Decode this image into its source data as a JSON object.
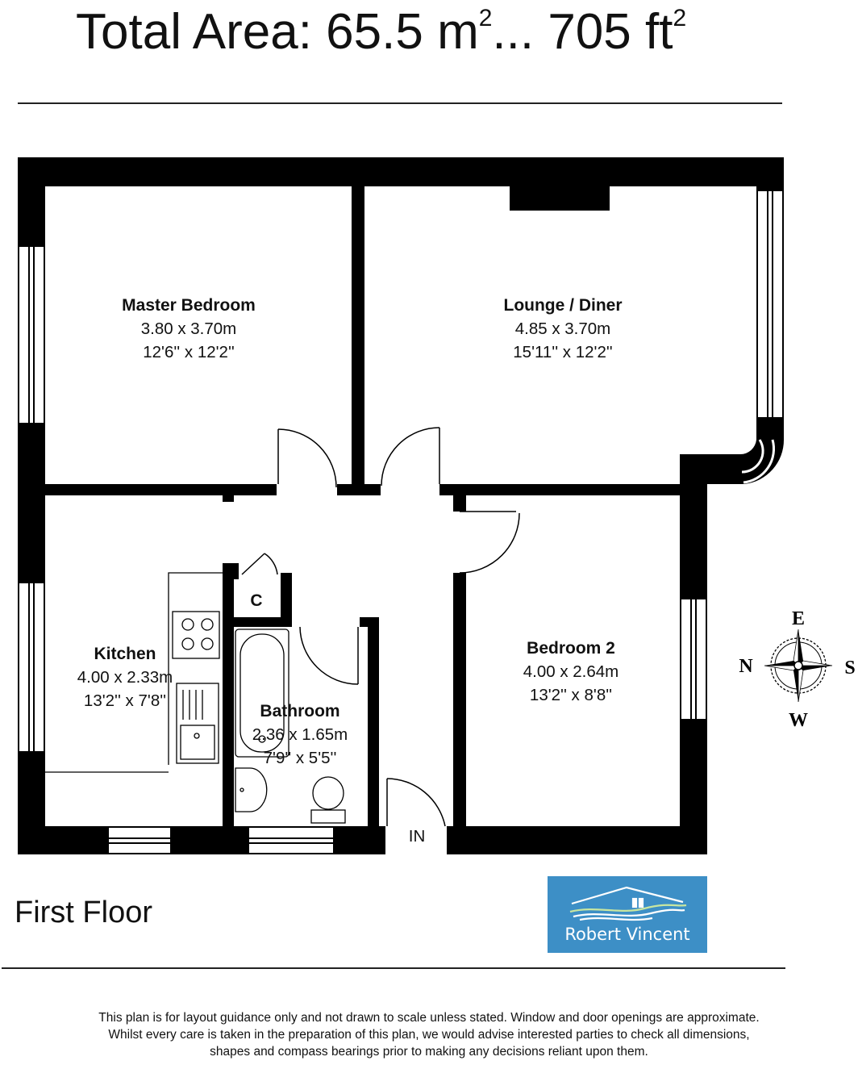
{
  "header": {
    "title_prefix": "Total Area: 65.5 m",
    "title_sup1": "2",
    "title_mid": "... 705 ft",
    "title_sup2": "2"
  },
  "rooms": {
    "master_bedroom": {
      "name": "Master Bedroom",
      "metric": "3.80 x 3.70m",
      "imperial": "12'6'' x 12'2''"
    },
    "lounge": {
      "name": "Lounge / Diner",
      "metric": "4.85 x 3.70m",
      "imperial": "15'11'' x 12'2''"
    },
    "kitchen": {
      "name": "Kitchen",
      "metric": "4.00 x 2.33m",
      "imperial": "13'2'' x 7'8''"
    },
    "bathroom": {
      "name": "Bathroom",
      "metric": "2.36 x 1.65m",
      "imperial": "7'9'' x 5'5''"
    },
    "bedroom2": {
      "name": "Bedroom 2",
      "metric": "4.00 x 2.64m",
      "imperial": "13'2'' x 8'8''"
    },
    "cupboard": {
      "name": "C"
    }
  },
  "entrance_label": "IN",
  "compass": {
    "top": "E",
    "left": "N",
    "right": "S",
    "bottom": "W"
  },
  "floor_name": "First Floor",
  "logo": {
    "text": "Robert Vincent",
    "bg_color": "#3d8fc6"
  },
  "disclaimer": {
    "line1": "This plan is for layout guidance only and not drawn to scale unless stated. Window and door openings are approximate.",
    "line2": "Whilst every care is taken in the preparation of this plan, we would advise interested parties to check all dimensions,",
    "line3": "shapes and compass bearings prior to making any decisions reliant upon them."
  },
  "colors": {
    "wall": "#000000",
    "background": "#ffffff"
  }
}
